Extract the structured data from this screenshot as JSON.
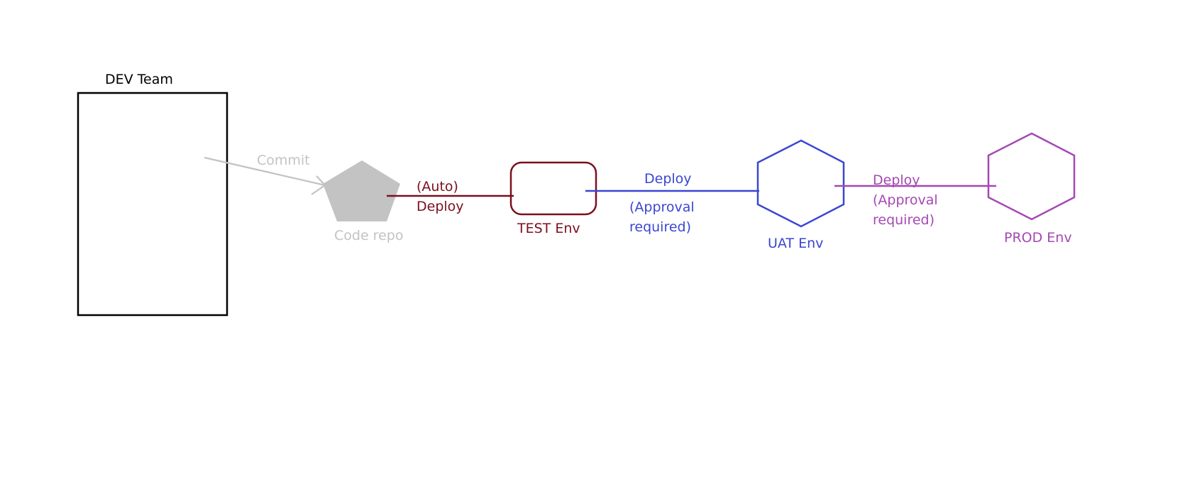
{
  "colors": {
    "dev": "#000000",
    "repo": "#c3c3c3",
    "test": "#7a1020",
    "uat": "#3a46d2",
    "prod": "#a548b4"
  },
  "nodes": {
    "dev_team": {
      "label": "DEV Team"
    },
    "code_repo": {
      "label": "Code repo"
    },
    "test_env": {
      "label": "TEST Env"
    },
    "uat_env": {
      "label": "UAT Env"
    },
    "prod_env": {
      "label": "PROD Env"
    }
  },
  "edges": {
    "commit": {
      "label": "Commit"
    },
    "auto_deploy": {
      "line1": "(Auto)",
      "line2": "Deploy"
    },
    "test_to_uat": {
      "line1": "Deploy",
      "line2": "(Approval",
      "line3": "required)"
    },
    "uat_to_prod": {
      "line1": "Deploy",
      "line2": "(Approval",
      "line3": "required)"
    }
  }
}
